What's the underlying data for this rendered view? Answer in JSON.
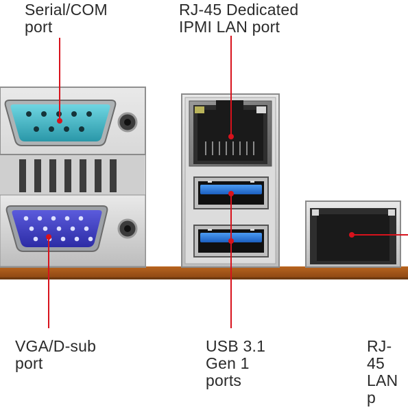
{
  "labels": {
    "serial": "Serial/COM\nport",
    "ipmi": "RJ-45 Dedicated\nIPMI LAN port",
    "vga": "VGA/D-sub\nport",
    "usb": "USB 3.1\nGen 1\nports",
    "lan": "RJ-45\nLAN p"
  },
  "colors": {
    "leader_line": "#d8121c",
    "board": "#a4561a",
    "serial_connector": "#3fb6c6",
    "vga_connector": "#3f3ec8",
    "usb_tongue": "#2f7fe0",
    "io_shield": "#d2d2d2"
  },
  "icons": [
    "serial-port-icon",
    "vga-port-icon",
    "rj45-port-icon",
    "usb-port-icon"
  ]
}
